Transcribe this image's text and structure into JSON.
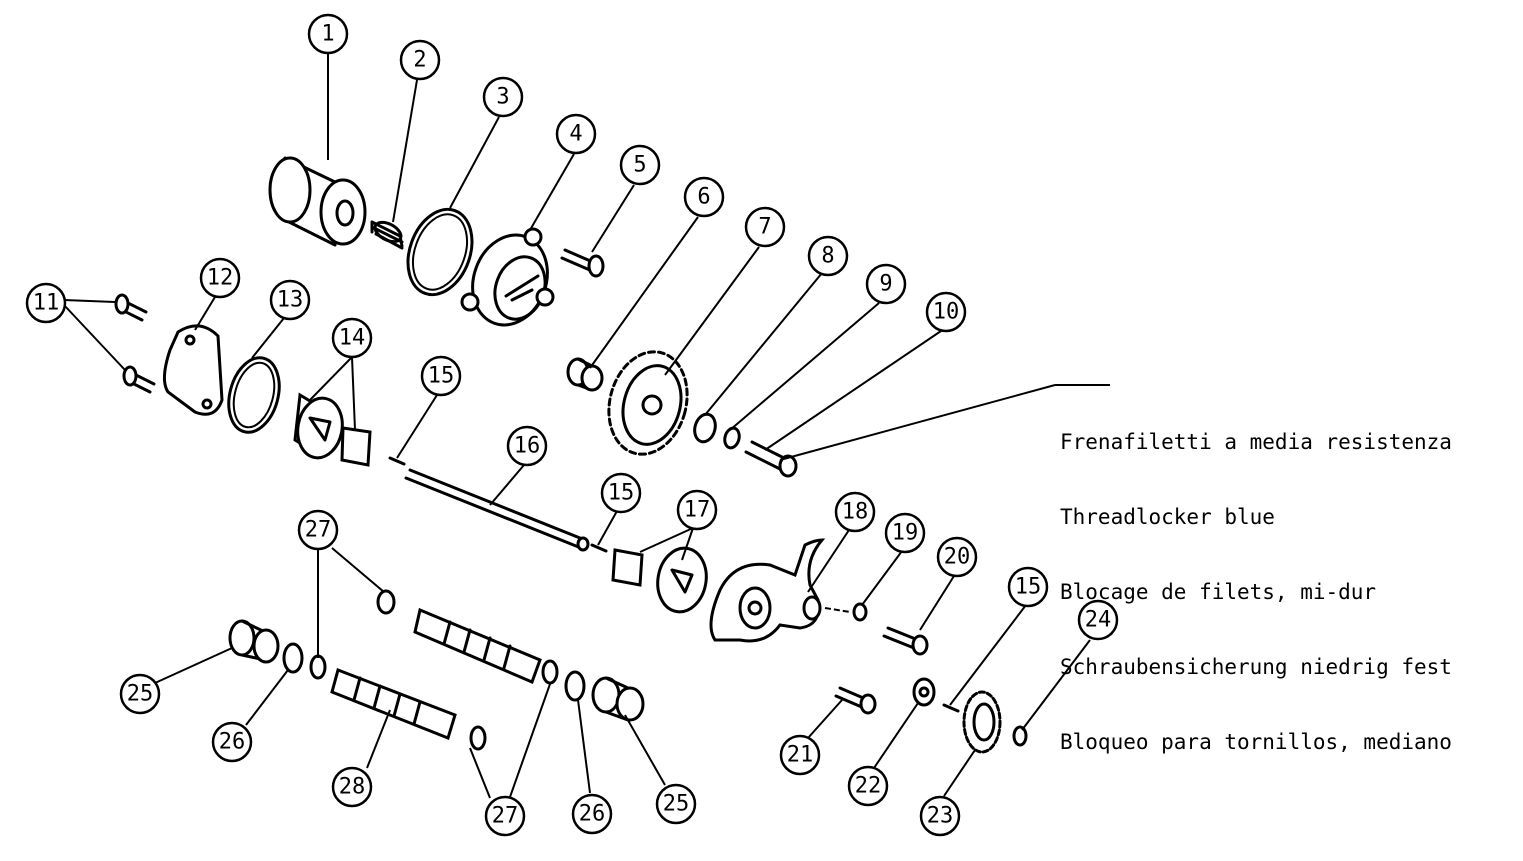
{
  "callouts": [
    "1",
    "2",
    "3",
    "4",
    "5",
    "6",
    "7",
    "8",
    "9",
    "10",
    "11",
    "12",
    "13",
    "14",
    "15",
    "16",
    "15",
    "17",
    "18",
    "19",
    "20",
    "15",
    "24",
    "27",
    "25",
    "26",
    "28",
    "27",
    "26",
    "25",
    "21",
    "22",
    "23"
  ],
  "note": {
    "lines": [
      "Frenafiletti a media resistenza",
      "Threadlocker blue",
      "Blocage de filets, mi-dur",
      "Schraubensicherung niedrig fest",
      "Bloqueo para tornillos, mediano"
    ]
  }
}
